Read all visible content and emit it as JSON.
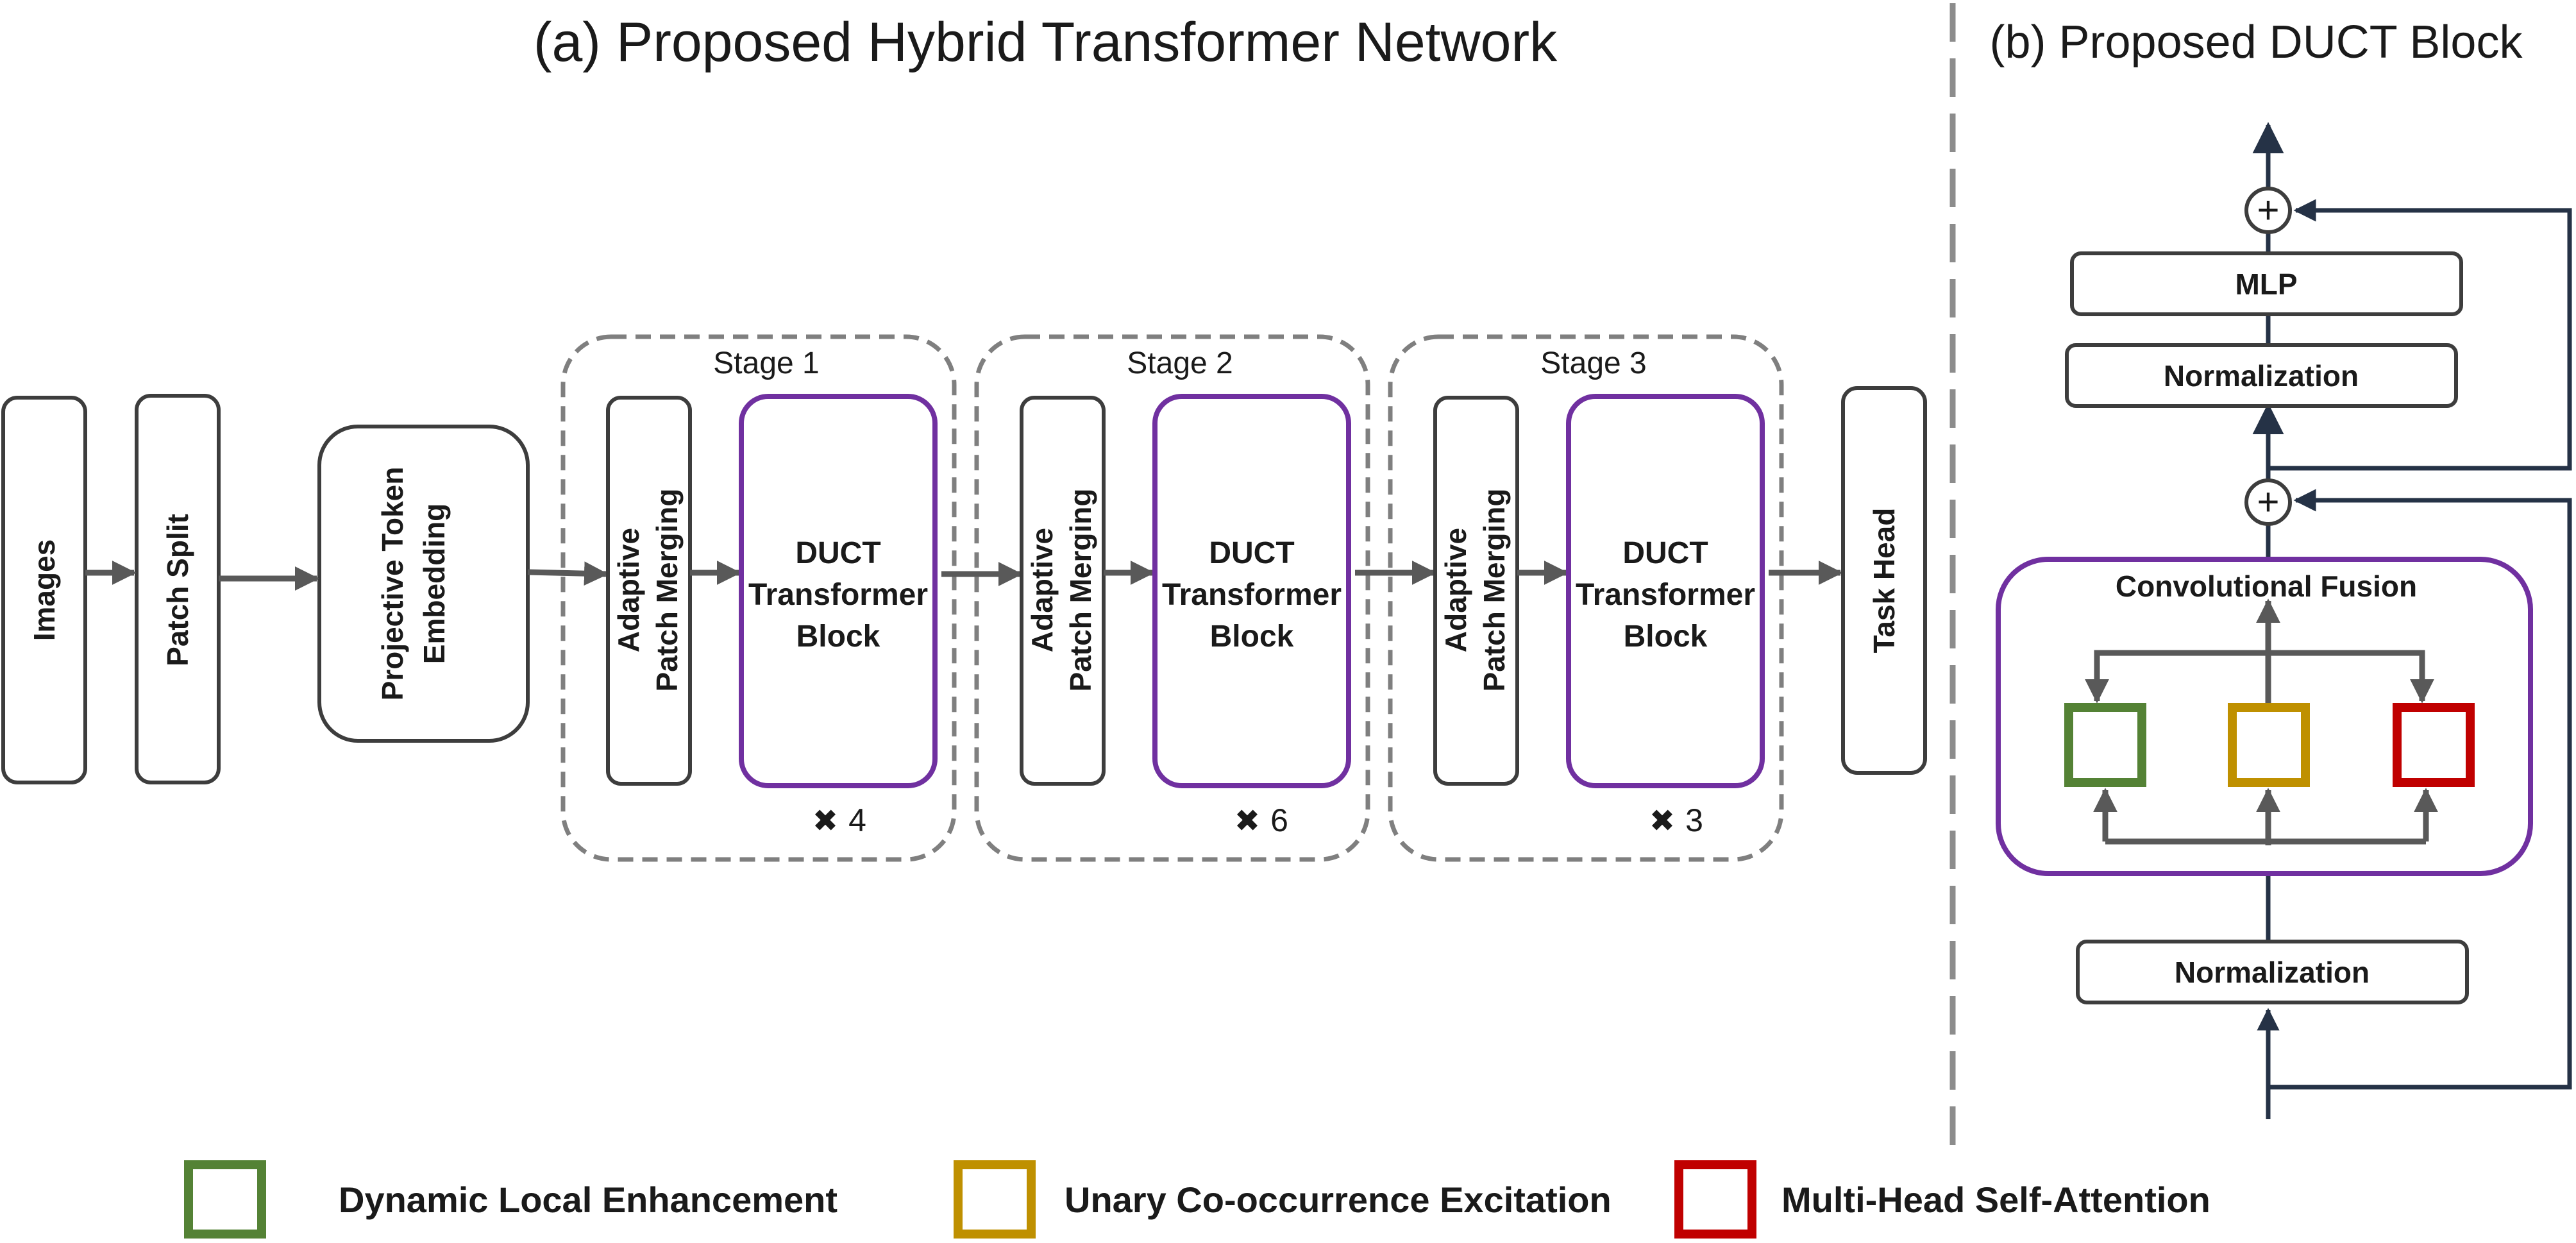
{
  "panel_a": {
    "title": "(a) Proposed Hybrid Transformer Network",
    "images_label": "Images",
    "patch_split_label": "Patch Split",
    "token_embedding_line1": "Projective Token",
    "token_embedding_line2": "Embedding",
    "stages": [
      {
        "label": "Stage 1",
        "merge_line1": "Adaptive",
        "merge_line2": "Patch Merging",
        "block_line1": "DUCT",
        "block_line2": "Transformer",
        "block_line3": "Block",
        "repeat": "4"
      },
      {
        "label": "Stage 2",
        "merge_line1": "Adaptive",
        "merge_line2": "Patch Merging",
        "block_line1": "DUCT",
        "block_line2": "Transformer",
        "block_line3": "Block",
        "repeat": "6"
      },
      {
        "label": "Stage 3",
        "merge_line1": "Adaptive",
        "merge_line2": "Patch Merging",
        "block_line1": "DUCT",
        "block_line2": "Transformer",
        "block_line3": "Block",
        "repeat": "3"
      }
    ],
    "task_head_label": "Task Head",
    "repeat_symbol": "✖"
  },
  "panel_b": {
    "title": "(b) Proposed DUCT Block",
    "mlp_label": "MLP",
    "norm_top_label": "Normalization",
    "conv_fusion_label": "Convolutional Fusion",
    "norm_bottom_label": "Normalization",
    "plus_symbol": "+"
  },
  "legend": [
    {
      "label": "Dynamic Local Enhancement",
      "color": "#548235"
    },
    {
      "label": "Unary Co-occurrence Excitation",
      "color": "#bf9000"
    },
    {
      "label": "Multi-Head Self-Attention",
      "color": "#c00000"
    }
  ],
  "colors": {
    "duct_border": "#7030a0",
    "box_border": "#3d3d3d",
    "stage_dash": "#7f7f7f",
    "arrow_gray": "#595959",
    "arrow_navy": "#253246"
  }
}
